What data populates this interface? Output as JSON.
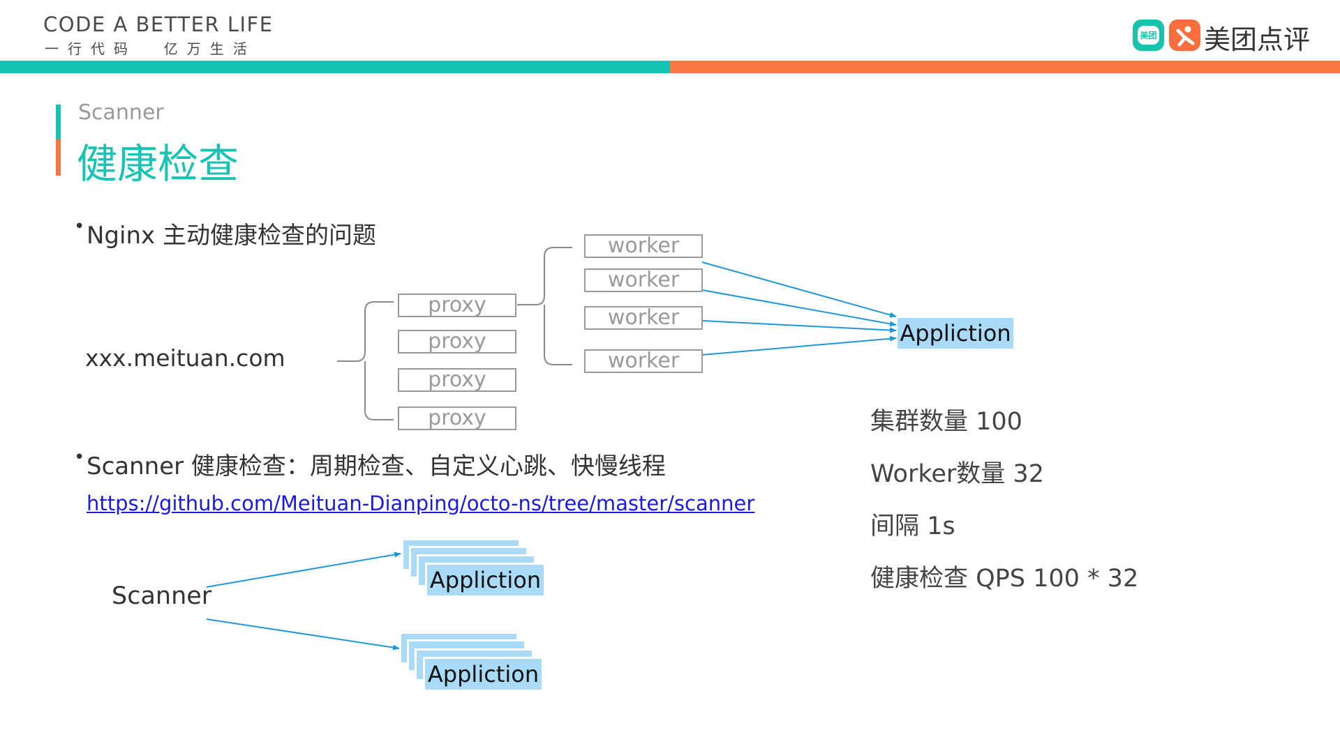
{
  "header": {
    "slogan_en": "CODE A BETTER LIFE",
    "slogan_cn": "一行代码  亿万生活",
    "logo_badge_1": "美团",
    "logo_badge_2": "",
    "logo_text": "美团点评",
    "colors": {
      "teal": "#17c3b2",
      "orange": "#fa7746"
    }
  },
  "section": {
    "subtitle": "Scanner",
    "title": "健康检查"
  },
  "bullets": {
    "nginx": "Nginx 主动健康检查的问题",
    "scanner": "Scanner 健康检查：周期检查、自定义心跳、快慢线程",
    "link": "https://github.com/Meituan-Dianping/octo-ns/tree/master/scanner"
  },
  "diagram1": {
    "domain": "xxx.meituan.com",
    "proxies": [
      "proxy",
      "proxy",
      "proxy",
      "proxy"
    ],
    "workers": [
      "worker",
      "worker",
      "worker",
      "worker"
    ],
    "app": "Appliction"
  },
  "diagram2": {
    "scanner": "Scanner",
    "apps": [
      "Appliction",
      "Appliction"
    ]
  },
  "stats": [
    "集群数量 100",
    "Worker数量 32",
    "间隔 1s",
    "健康检查 QPS 100 * 32"
  ]
}
